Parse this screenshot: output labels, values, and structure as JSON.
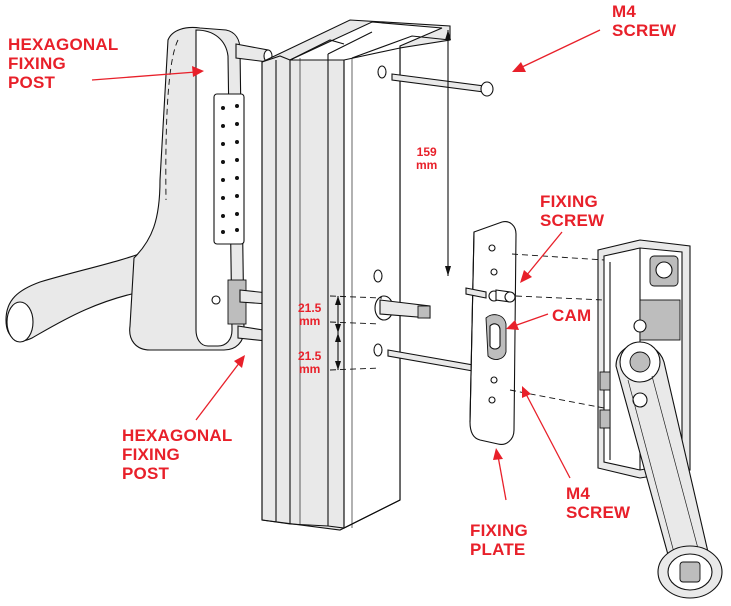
{
  "diagram": {
    "labels": {
      "hex_post_top": "HEXAGONAL\nFIXING\nPOST",
      "hex_post_bottom": "HEXAGONAL\nFIXING\nPOST",
      "m4_screw_top": "M4\nSCREW",
      "m4_screw_bottom": "M4\nSCREW",
      "fixing_screw": "FIXING\nSCREW",
      "cam": "CAM",
      "fixing_plate": "FIXING\nPLATE"
    },
    "dimensions": {
      "height_159": "159\nmm",
      "gap_upper": "21.5\nmm",
      "gap_lower": "21.5\nmm"
    },
    "colors": {
      "annotation": "#e8202a",
      "line": "#111111",
      "shade": "#e9e9e9"
    }
  }
}
